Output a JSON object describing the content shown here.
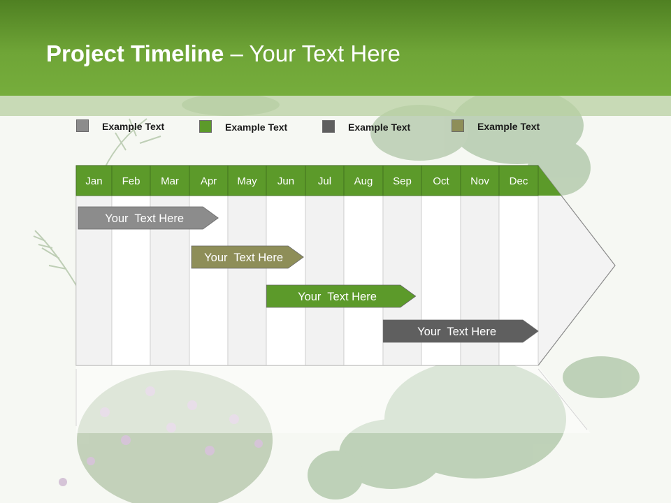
{
  "title": {
    "bold": "Project Timeline",
    "rest": " – Your Text Here"
  },
  "legend": [
    {
      "label": "Example Text",
      "color": "#8c8c8c"
    },
    {
      "label": "Example Text",
      "color": "#5c9a2a"
    },
    {
      "label": "Example Text",
      "color": "#5f5f5f"
    },
    {
      "label": "Example Text",
      "color": "#8e8e58"
    }
  ],
  "months": [
    "Jan",
    "Feb",
    "Mar",
    "Apr",
    "May",
    "Jun",
    "Jul",
    "Aug",
    "Sep",
    "Oct",
    "Nov",
    "Dec"
  ],
  "tasks": [
    {
      "label": "Your  Text Here",
      "start": 0,
      "end": 3.75,
      "color": "#8c8c8c"
    },
    {
      "label": "Your  Text Here",
      "start": 3.0,
      "end": 5.95,
      "color": "#8e8e58"
    },
    {
      "label": "Your  Text Here",
      "start": 4.95,
      "end": 8.85,
      "color": "#5c9a2a"
    },
    {
      "label": "Your  Text Here",
      "start": 7.95,
      "end": 12.0,
      "color": "#5f5f5f"
    }
  ],
  "colors": {
    "header": "#6fa537",
    "month_row": "#5c9a2a"
  }
}
